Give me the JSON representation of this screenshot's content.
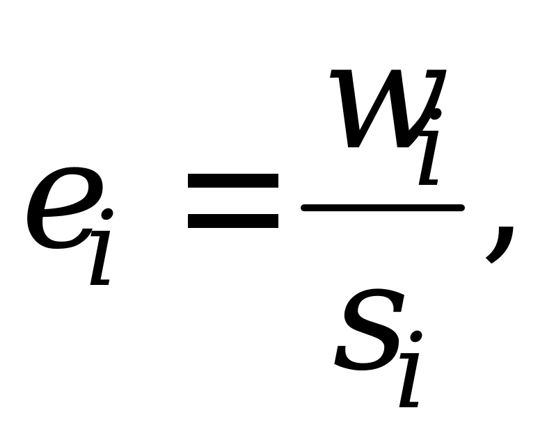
{
  "formula": {
    "lhs": {
      "base": "e",
      "sub": "i"
    },
    "numerator": {
      "base": "w",
      "sub": "i"
    },
    "denominator": {
      "base": "s",
      "sub": "i"
    },
    "trailing": ","
  }
}
